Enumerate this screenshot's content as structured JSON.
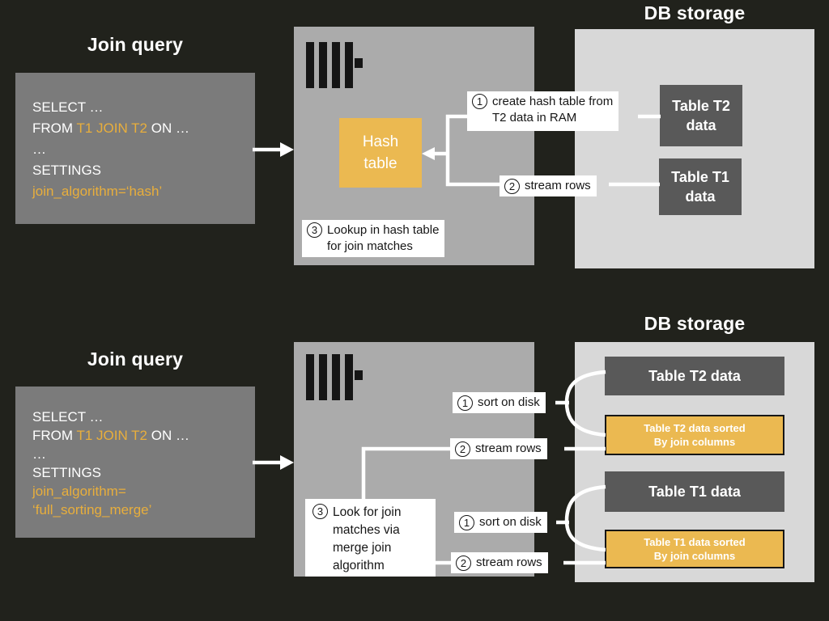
{
  "colors": {
    "background": "#21221C",
    "query_box": "#7B7B7B",
    "server_box": "#ABABAB",
    "db_box": "#D8D8D8",
    "table_dark": "#595959",
    "accent_orange": "#EBB951",
    "code_highlight": "#E8AE3C",
    "connector_white": "#FFFFFF"
  },
  "hash_join": {
    "query_title": "Join query",
    "db_title": "DB storage",
    "code": {
      "select": "SELECT …",
      "from_pre": "FROM ",
      "from_hl": "T1 JOIN T2",
      "from_post": " ON …",
      "ellipsis": "…",
      "settings": "SETTINGS",
      "algo_1": "join_algorithm=‘hash’"
    },
    "server": {
      "logo": "clickhouse-logo",
      "hash_table_label": "Hash\ntable",
      "step3_num": "3",
      "step3_line1": "Lookup in hash table",
      "step3_line2": "for join matches"
    },
    "steps": {
      "step1_num": "1",
      "step1_line1": "create hash table from",
      "step1_line2": "T2 data in RAM",
      "step2_num": "2",
      "step2_text": "stream rows"
    },
    "tables": {
      "t2": "Table T2\ndata",
      "t1": "Table T1\ndata"
    }
  },
  "merge_join": {
    "query_title": "Join query",
    "db_title": "DB storage",
    "code": {
      "select": "SELECT …",
      "from_pre": "FROM ",
      "from_hl": "T1 JOIN T2",
      "from_post": " ON …",
      "ellipsis": "…",
      "settings": "SETTINGS",
      "algo_1": "join_algorithm=",
      "algo_2": "‘full_sorting_merge’"
    },
    "server": {
      "logo": "clickhouse-logo",
      "step3_num": "3",
      "step3_lines": [
        "Look for join",
        "matches via",
        "merge join",
        "algorithm"
      ]
    },
    "steps": {
      "sort1_num": "1",
      "sort1_text": "sort on disk",
      "stream1_num": "2",
      "stream1_text": "stream rows",
      "sort2_num": "1",
      "sort2_text": "sort on disk",
      "stream2_num": "2",
      "stream2_text": "stream rows"
    },
    "tables": {
      "t2": "Table T2 data",
      "t2_sorted": "Table T2 data sorted\nBy join columns",
      "t1": "Table T1 data",
      "t1_sorted": "Table T1 data sorted\nBy join columns"
    }
  }
}
